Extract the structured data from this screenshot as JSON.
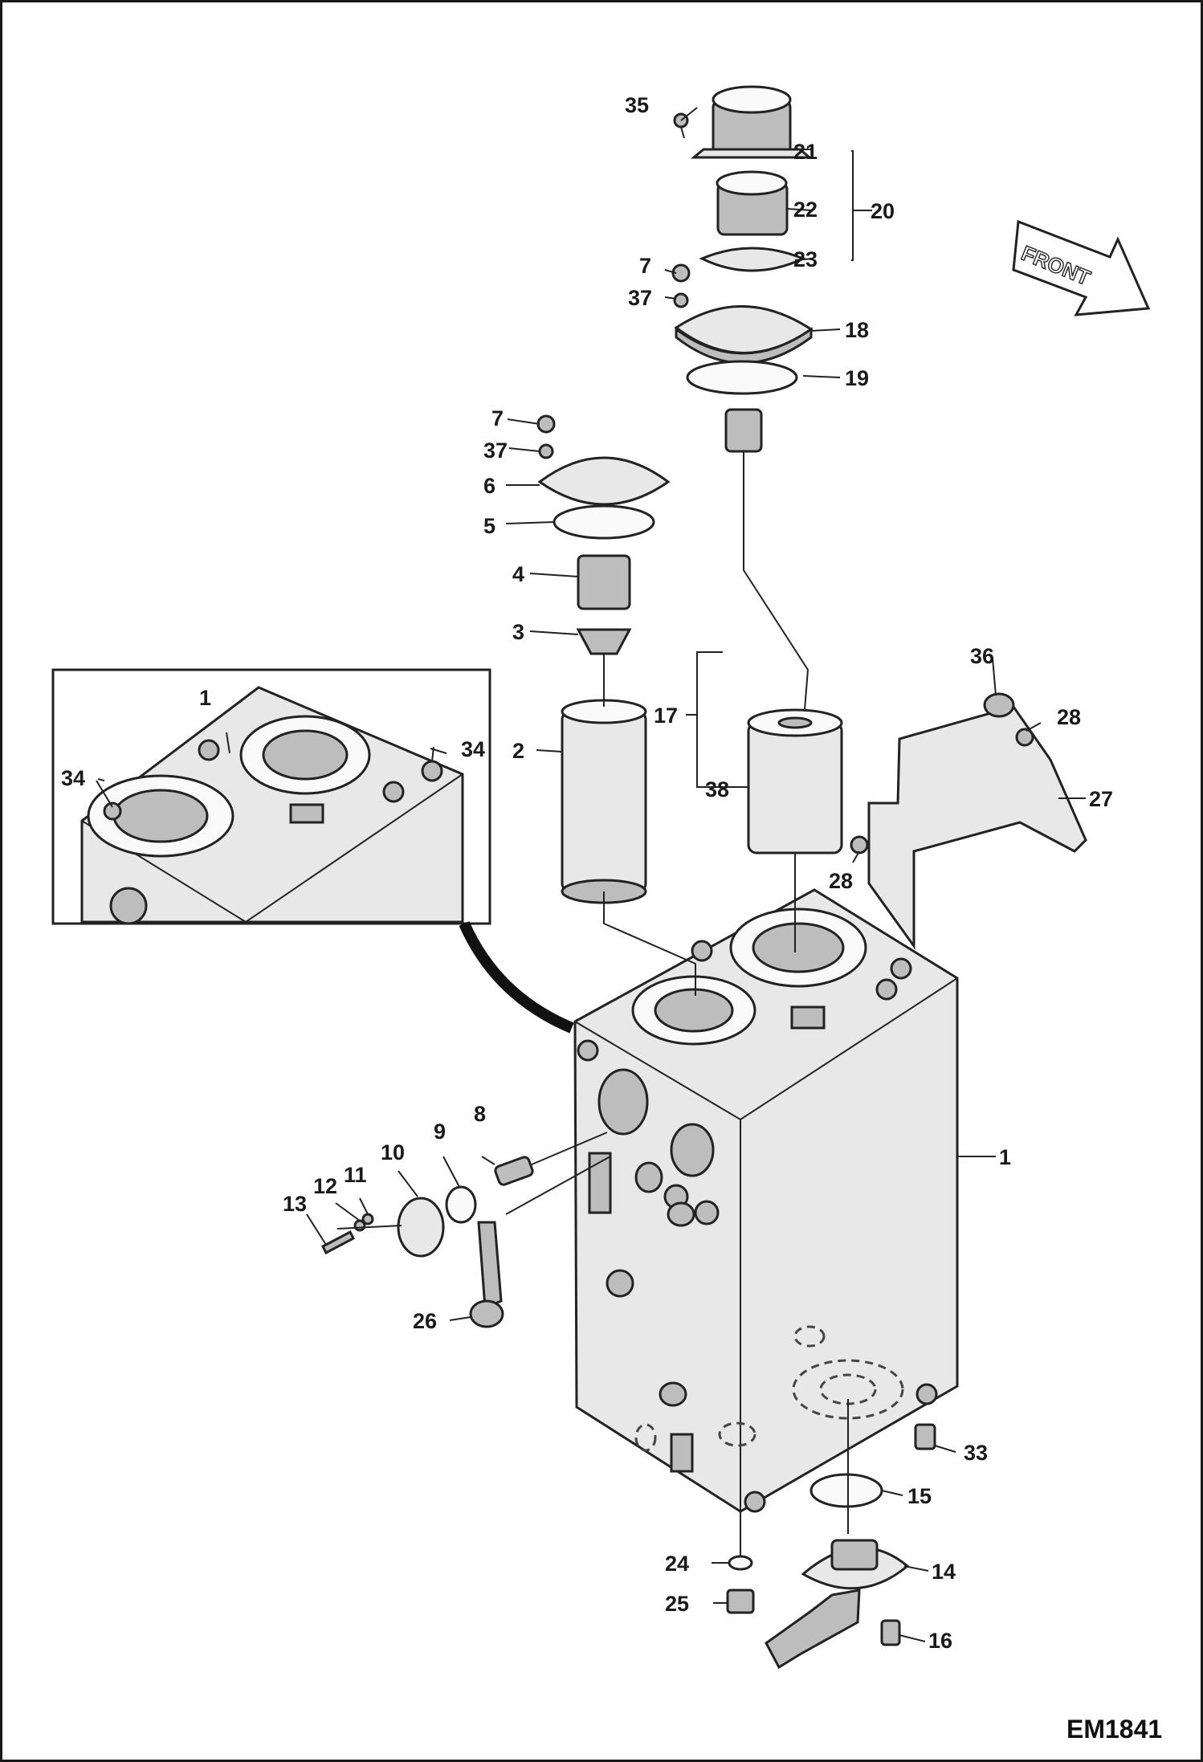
{
  "drawing_code": "EM1841",
  "front_arrow_label": "FRONT",
  "callouts": [
    {
      "id": "c1a",
      "text": "1"
    },
    {
      "id": "c1b",
      "text": "1"
    },
    {
      "id": "c2",
      "text": "2"
    },
    {
      "id": "c3",
      "text": "3"
    },
    {
      "id": "c4",
      "text": "4"
    },
    {
      "id": "c5",
      "text": "5"
    },
    {
      "id": "c6",
      "text": "6"
    },
    {
      "id": "c7a",
      "text": "7"
    },
    {
      "id": "c7b",
      "text": "7"
    },
    {
      "id": "c8",
      "text": "8"
    },
    {
      "id": "c9",
      "text": "9"
    },
    {
      "id": "c10",
      "text": "10"
    },
    {
      "id": "c11",
      "text": "11"
    },
    {
      "id": "c12",
      "text": "12"
    },
    {
      "id": "c13",
      "text": "13"
    },
    {
      "id": "c14",
      "text": "14"
    },
    {
      "id": "c15",
      "text": "15"
    },
    {
      "id": "c16",
      "text": "16"
    },
    {
      "id": "c17",
      "text": "17"
    },
    {
      "id": "c18",
      "text": "18"
    },
    {
      "id": "c19",
      "text": "19"
    },
    {
      "id": "c20",
      "text": "20"
    },
    {
      "id": "c21",
      "text": "21"
    },
    {
      "id": "c22",
      "text": "22"
    },
    {
      "id": "c23",
      "text": "23"
    },
    {
      "id": "c24",
      "text": "24"
    },
    {
      "id": "c25",
      "text": "25"
    },
    {
      "id": "c26",
      "text": "26"
    },
    {
      "id": "c27",
      "text": "27"
    },
    {
      "id": "c28a",
      "text": "28"
    },
    {
      "id": "c28b",
      "text": "28"
    },
    {
      "id": "c33",
      "text": "33"
    },
    {
      "id": "c34a",
      "text": "34"
    },
    {
      "id": "c34b",
      "text": "34"
    },
    {
      "id": "c35",
      "text": "35"
    },
    {
      "id": "c36",
      "text": "36"
    },
    {
      "id": "c37a",
      "text": "37"
    },
    {
      "id": "c37b",
      "text": "37"
    },
    {
      "id": "c38",
      "text": "38"
    }
  ]
}
